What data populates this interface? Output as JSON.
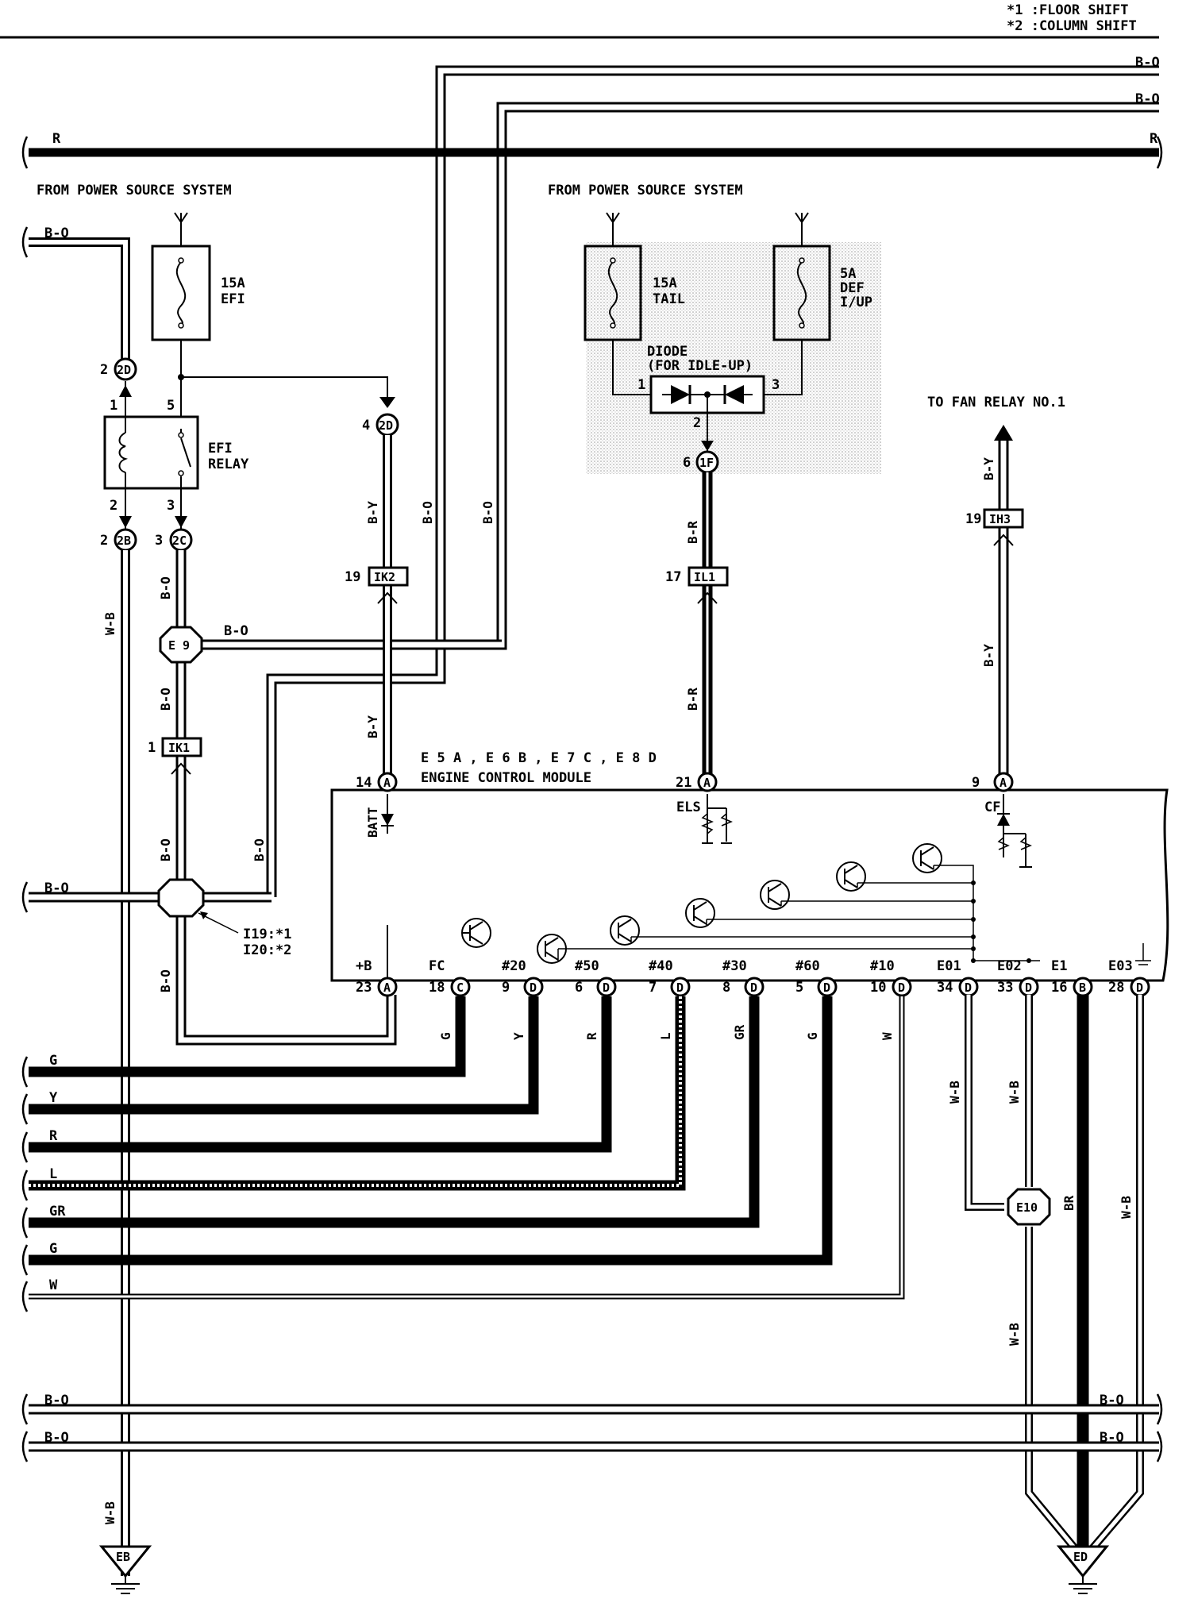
{
  "notes": [
    "*1 :FLOOR SHIFT",
    "*2 :COLUMN SHIFT"
  ],
  "labels": {
    "from_power_left": "FROM POWER SOURCE SYSTEM",
    "from_power_right": "FROM POWER SOURCE SYSTEM",
    "to_fan_relay": "TO FAN RELAY NO.1",
    "fuse_efi": [
      "15A",
      "EFI"
    ],
    "fuse_tail": [
      "15A",
      "TAIL"
    ],
    "fuse_def": [
      "5A",
      "DEF",
      "I/UP"
    ],
    "efi_relay": [
      "EFI",
      "RELAY"
    ],
    "diode": [
      "DIODE",
      "(FOR IDLE-UP)"
    ],
    "ecm_header": "E 5 A , E 6 B , E 7 C , E 8 D",
    "ecm_name": "ENGINE CONTROL MODULE",
    "splice_note": [
      "I19:*1",
      "I20:*2"
    ]
  },
  "wire_colors": {
    "r": "R",
    "bo": "B-O",
    "by": "B-Y",
    "br": "B-R",
    "wb": "W-B",
    "g": "G",
    "y": "Y",
    "rr": "R",
    "l": "L",
    "gr": "GR",
    "w": "W",
    "brn": "BR"
  },
  "connectors": {
    "c2d_top": "2D",
    "c2d_mid": "2D",
    "c2b": "2B",
    "c2c": "2C",
    "c1f": "1F",
    "ik2": "IK2",
    "ik1": "IK1",
    "il1": "IL1",
    "ih3": "IH3",
    "e9": "E 9",
    "e10": "E10",
    "eb": "EB",
    "ed": "ED"
  },
  "pins": {
    "p2_2d": "2",
    "p1_relay": "1",
    "p5_relay": "5",
    "p2_relay": "2",
    "p3_relay": "3",
    "p2_2b": "2",
    "p3_2c": "3",
    "p4_2d": "4",
    "p19_ik2": "19",
    "p1_ik1": "1",
    "p1_diode": "1",
    "p3_diode": "3",
    "p2_diode": "2",
    "p6_1f": "6",
    "p17_il1": "17",
    "p19_ih3": "19",
    "p14": "14",
    "p21": "21",
    "p9": "9"
  },
  "ecm_top_terms": [
    {
      "pin": "14",
      "conn": "A",
      "label": "BATT"
    },
    {
      "pin": "21",
      "conn": "A",
      "label": "ELS"
    },
    {
      "pin": "9",
      "conn": "A",
      "label": "CF"
    }
  ],
  "ecm_bottom_terms": [
    {
      "pin": "23",
      "conn": "A",
      "label": "+B"
    },
    {
      "pin": "18",
      "conn": "C",
      "label": "FC"
    },
    {
      "pin": "9",
      "conn": "D",
      "label": "#20"
    },
    {
      "pin": "6",
      "conn": "D",
      "label": "#50"
    },
    {
      "pin": "7",
      "conn": "D",
      "label": "#40"
    },
    {
      "pin": "8",
      "conn": "D",
      "label": "#30"
    },
    {
      "pin": "5",
      "conn": "D",
      "label": "#60"
    },
    {
      "pin": "10",
      "conn": "D",
      "label": "#10"
    },
    {
      "pin": "34",
      "conn": "D",
      "label": "E01"
    },
    {
      "pin": "33",
      "conn": "D",
      "label": "E02"
    },
    {
      "pin": "16",
      "conn": "B",
      "label": "E1"
    },
    {
      "pin": "28",
      "conn": "D",
      "label": "E03"
    }
  ],
  "colors": {
    "line": "#000000",
    "shade": "#d9d9d9",
    "background": "#ffffff"
  }
}
